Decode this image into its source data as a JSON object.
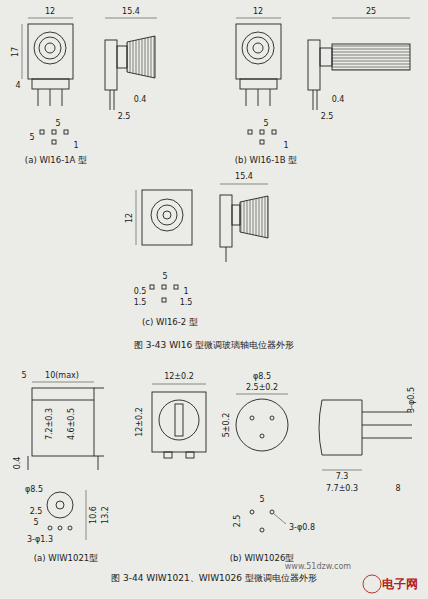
{
  "diagram": {
    "labels": [
      "12",
      "17",
      "4",
      "15.4",
      "0.4",
      "2.5",
      "5",
      "5",
      "1",
      "(a) WI16-1A 型",
      "12",
      "25",
      "0.4",
      "2.5",
      "5",
      "1",
      "(b) WI16-1B 型",
      "15.4",
      "12",
      "5",
      "0.5",
      "1.5",
      "1",
      "1.5",
      "(c) WI16-2 型",
      "图 3-43  WI16 型微调玻璃轴电位器外形",
      "5",
      "10(max)",
      "7.2±0.3",
      "4.6±0.5",
      "0.4",
      "φ8.5",
      "3-φ1.3",
      "10.6",
      "13.2",
      "2.5",
      "5",
      "(a) WIW1021型",
      "12±0.2",
      "12±0.2",
      "φ8.5",
      "2.5±0.2",
      "5±0.2",
      "3-φ0.5",
      "7.3",
      "7.7±0.3",
      "8",
      "5",
      "2.5",
      "3-φ0.8",
      "(b) WIW1026型",
      "图 3-44  WIW1021、WIW1026 型微调电位器外形",
      "www.51dzw.com",
      "电子网"
    ]
  }
}
